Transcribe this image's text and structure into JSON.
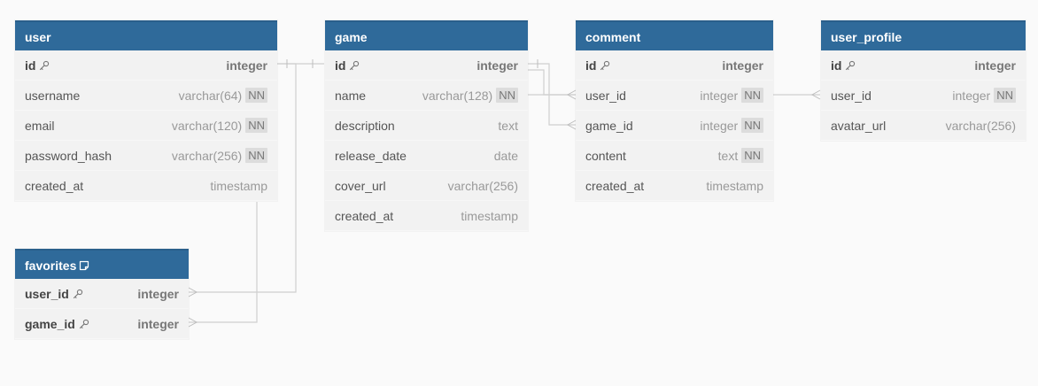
{
  "colors": {
    "header_bg": "#2f6a9a",
    "header_text": "#ffffff",
    "body_bg": "#f2f2f2",
    "link": "#cccccc"
  },
  "tables": {
    "user": {
      "name": "user",
      "fields": [
        {
          "name": "id",
          "type": "integer",
          "pk": true,
          "nn": ""
        },
        {
          "name": "username",
          "type": "varchar(64)",
          "pk": false,
          "nn": "NN"
        },
        {
          "name": "email",
          "type": "varchar(120)",
          "pk": false,
          "nn": "NN"
        },
        {
          "name": "password_hash",
          "type": "varchar(256)",
          "pk": false,
          "nn": "NN"
        },
        {
          "name": "created_at",
          "type": "timestamp",
          "pk": false,
          "nn": ""
        }
      ]
    },
    "game": {
      "name": "game",
      "fields": [
        {
          "name": "id",
          "type": "integer",
          "pk": true,
          "nn": ""
        },
        {
          "name": "name",
          "type": "varchar(128)",
          "pk": false,
          "nn": "NN"
        },
        {
          "name": "description",
          "type": "text",
          "pk": false,
          "nn": ""
        },
        {
          "name": "release_date",
          "type": "date",
          "pk": false,
          "nn": ""
        },
        {
          "name": "cover_url",
          "type": "varchar(256)",
          "pk": false,
          "nn": ""
        },
        {
          "name": "created_at",
          "type": "timestamp",
          "pk": false,
          "nn": ""
        }
      ]
    },
    "comment": {
      "name": "comment",
      "fields": [
        {
          "name": "id",
          "type": "integer",
          "pk": true,
          "nn": ""
        },
        {
          "name": "user_id",
          "type": "integer",
          "pk": false,
          "nn": "NN"
        },
        {
          "name": "game_id",
          "type": "integer",
          "pk": false,
          "nn": "NN"
        },
        {
          "name": "content",
          "type": "text",
          "pk": false,
          "nn": "NN"
        },
        {
          "name": "created_at",
          "type": "timestamp",
          "pk": false,
          "nn": ""
        }
      ]
    },
    "user_profile": {
      "name": "user_profile",
      "fields": [
        {
          "name": "id",
          "type": "integer",
          "pk": true,
          "nn": ""
        },
        {
          "name": "user_id",
          "type": "integer",
          "pk": false,
          "nn": "NN"
        },
        {
          "name": "avatar_url",
          "type": "varchar(256)",
          "pk": false,
          "nn": ""
        }
      ]
    },
    "favorites": {
      "name": "favorites",
      "has_note": true,
      "fields": [
        {
          "name": "user_id",
          "type": "integer",
          "pk": true,
          "nn": ""
        },
        {
          "name": "game_id",
          "type": "integer",
          "pk": true,
          "nn": ""
        }
      ]
    }
  }
}
